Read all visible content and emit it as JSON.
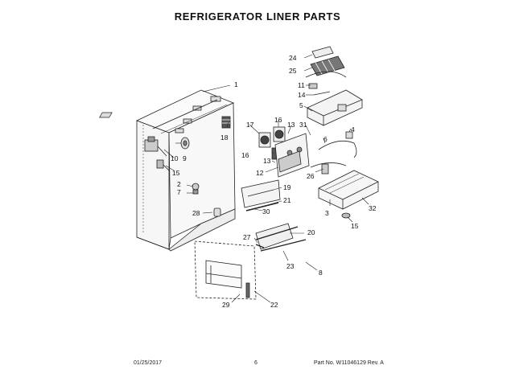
{
  "title": "REFRIGERATOR LINER PARTS",
  "callouts": {
    "c1": "1",
    "c2": "2",
    "c3": "3",
    "c4": "4",
    "c5": "5",
    "c6": "6",
    "c7": "7",
    "c8": "8",
    "c9": "9",
    "c10": "10",
    "c11": "11",
    "c12": "12",
    "c13a": "13",
    "c13b": "13",
    "c14": "14",
    "c15a": "15",
    "c15b": "15",
    "c16a": "16",
    "c16b": "16",
    "c17": "17",
    "c18": "18",
    "c19": "19",
    "c20": "20",
    "c21": "21",
    "c22": "22",
    "c23": "23",
    "c24": "24",
    "c25": "25",
    "c26": "26",
    "c27": "27",
    "c28": "28",
    "c29": "29",
    "c30": "30",
    "c31": "31",
    "c32": "32"
  },
  "footer": {
    "date": "01/25/2017",
    "page": "6",
    "part": "Part No.  W11046129  Rev. A"
  }
}
